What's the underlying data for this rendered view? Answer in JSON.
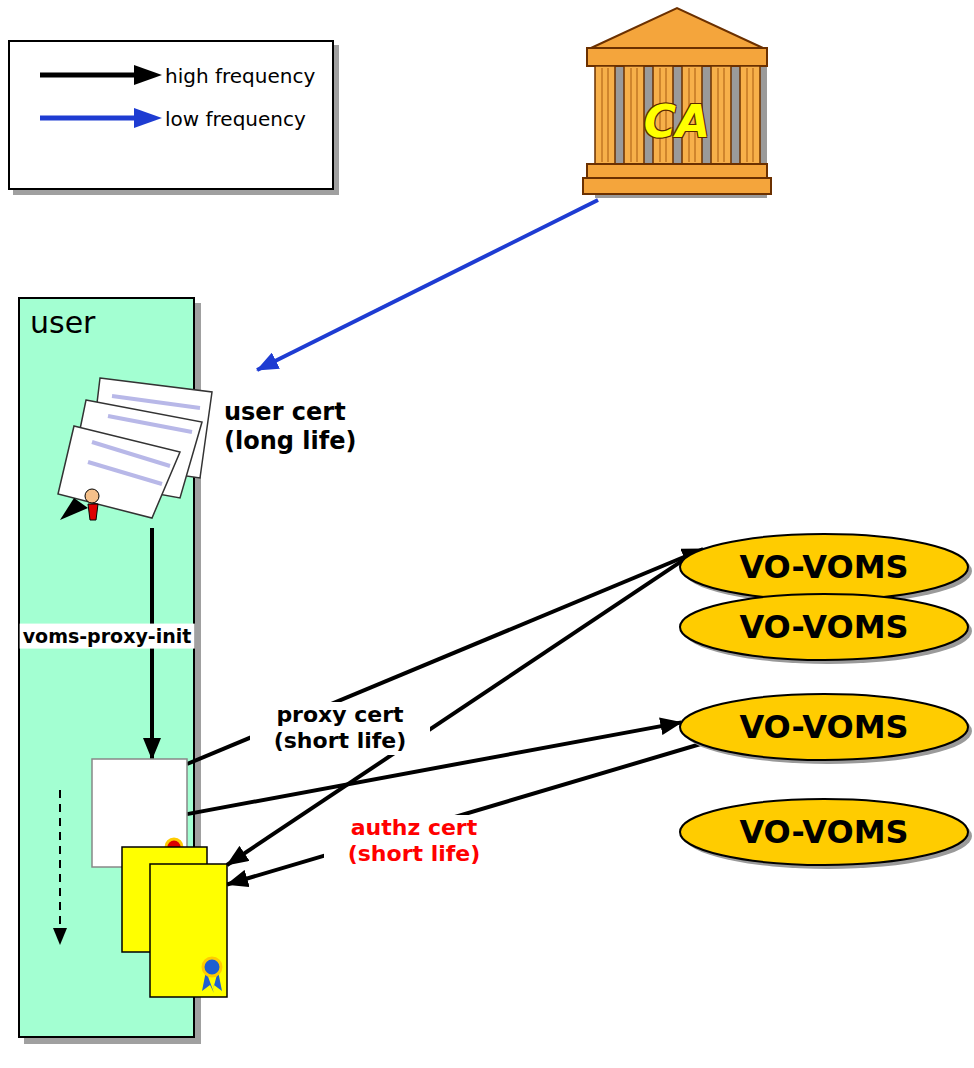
{
  "diagram": {
    "nodes": [
      {
        "text": [
          "CA"
        ]
      },
      {
        "text": [
          "user"
        ]
      },
      {
        "text": [
          "user cert (long life)"
        ],
        "in": 1
      },
      {
        "text": [
          "proxy cert (short life)"
        ],
        "in": 1
      },
      {
        "text": [
          "authz cert (short life)"
        ],
        "in": 1
      },
      {
        "text": [
          "VO-VOMS"
        ]
      },
      {
        "text": [
          "VO-VOMS"
        ]
      },
      {
        "text": [
          "VO-VOMS"
        ]
      },
      {
        "text": [
          "VO-VOMS"
        ]
      }
    ],
    "edges": [
      {
        "from": 0,
        "to": 2,
        "arrow": "to"
      },
      {
        "from": 2,
        "to": 3,
        "label": "voms-proxy-init",
        "arrow": "to"
      },
      {
        "from": 3,
        "to": 5,
        "arrow": "to"
      },
      {
        "from": 5,
        "to": 4,
        "arrow": "to"
      },
      {
        "from": 3,
        "to": 7,
        "arrow": "to"
      },
      {
        "from": 7,
        "to": 4,
        "arrow": "to"
      }
    ],
    "legend": [
      {
        "text": "high frequency"
      },
      {
        "text": "low frequency"
      }
    ]
  }
}
